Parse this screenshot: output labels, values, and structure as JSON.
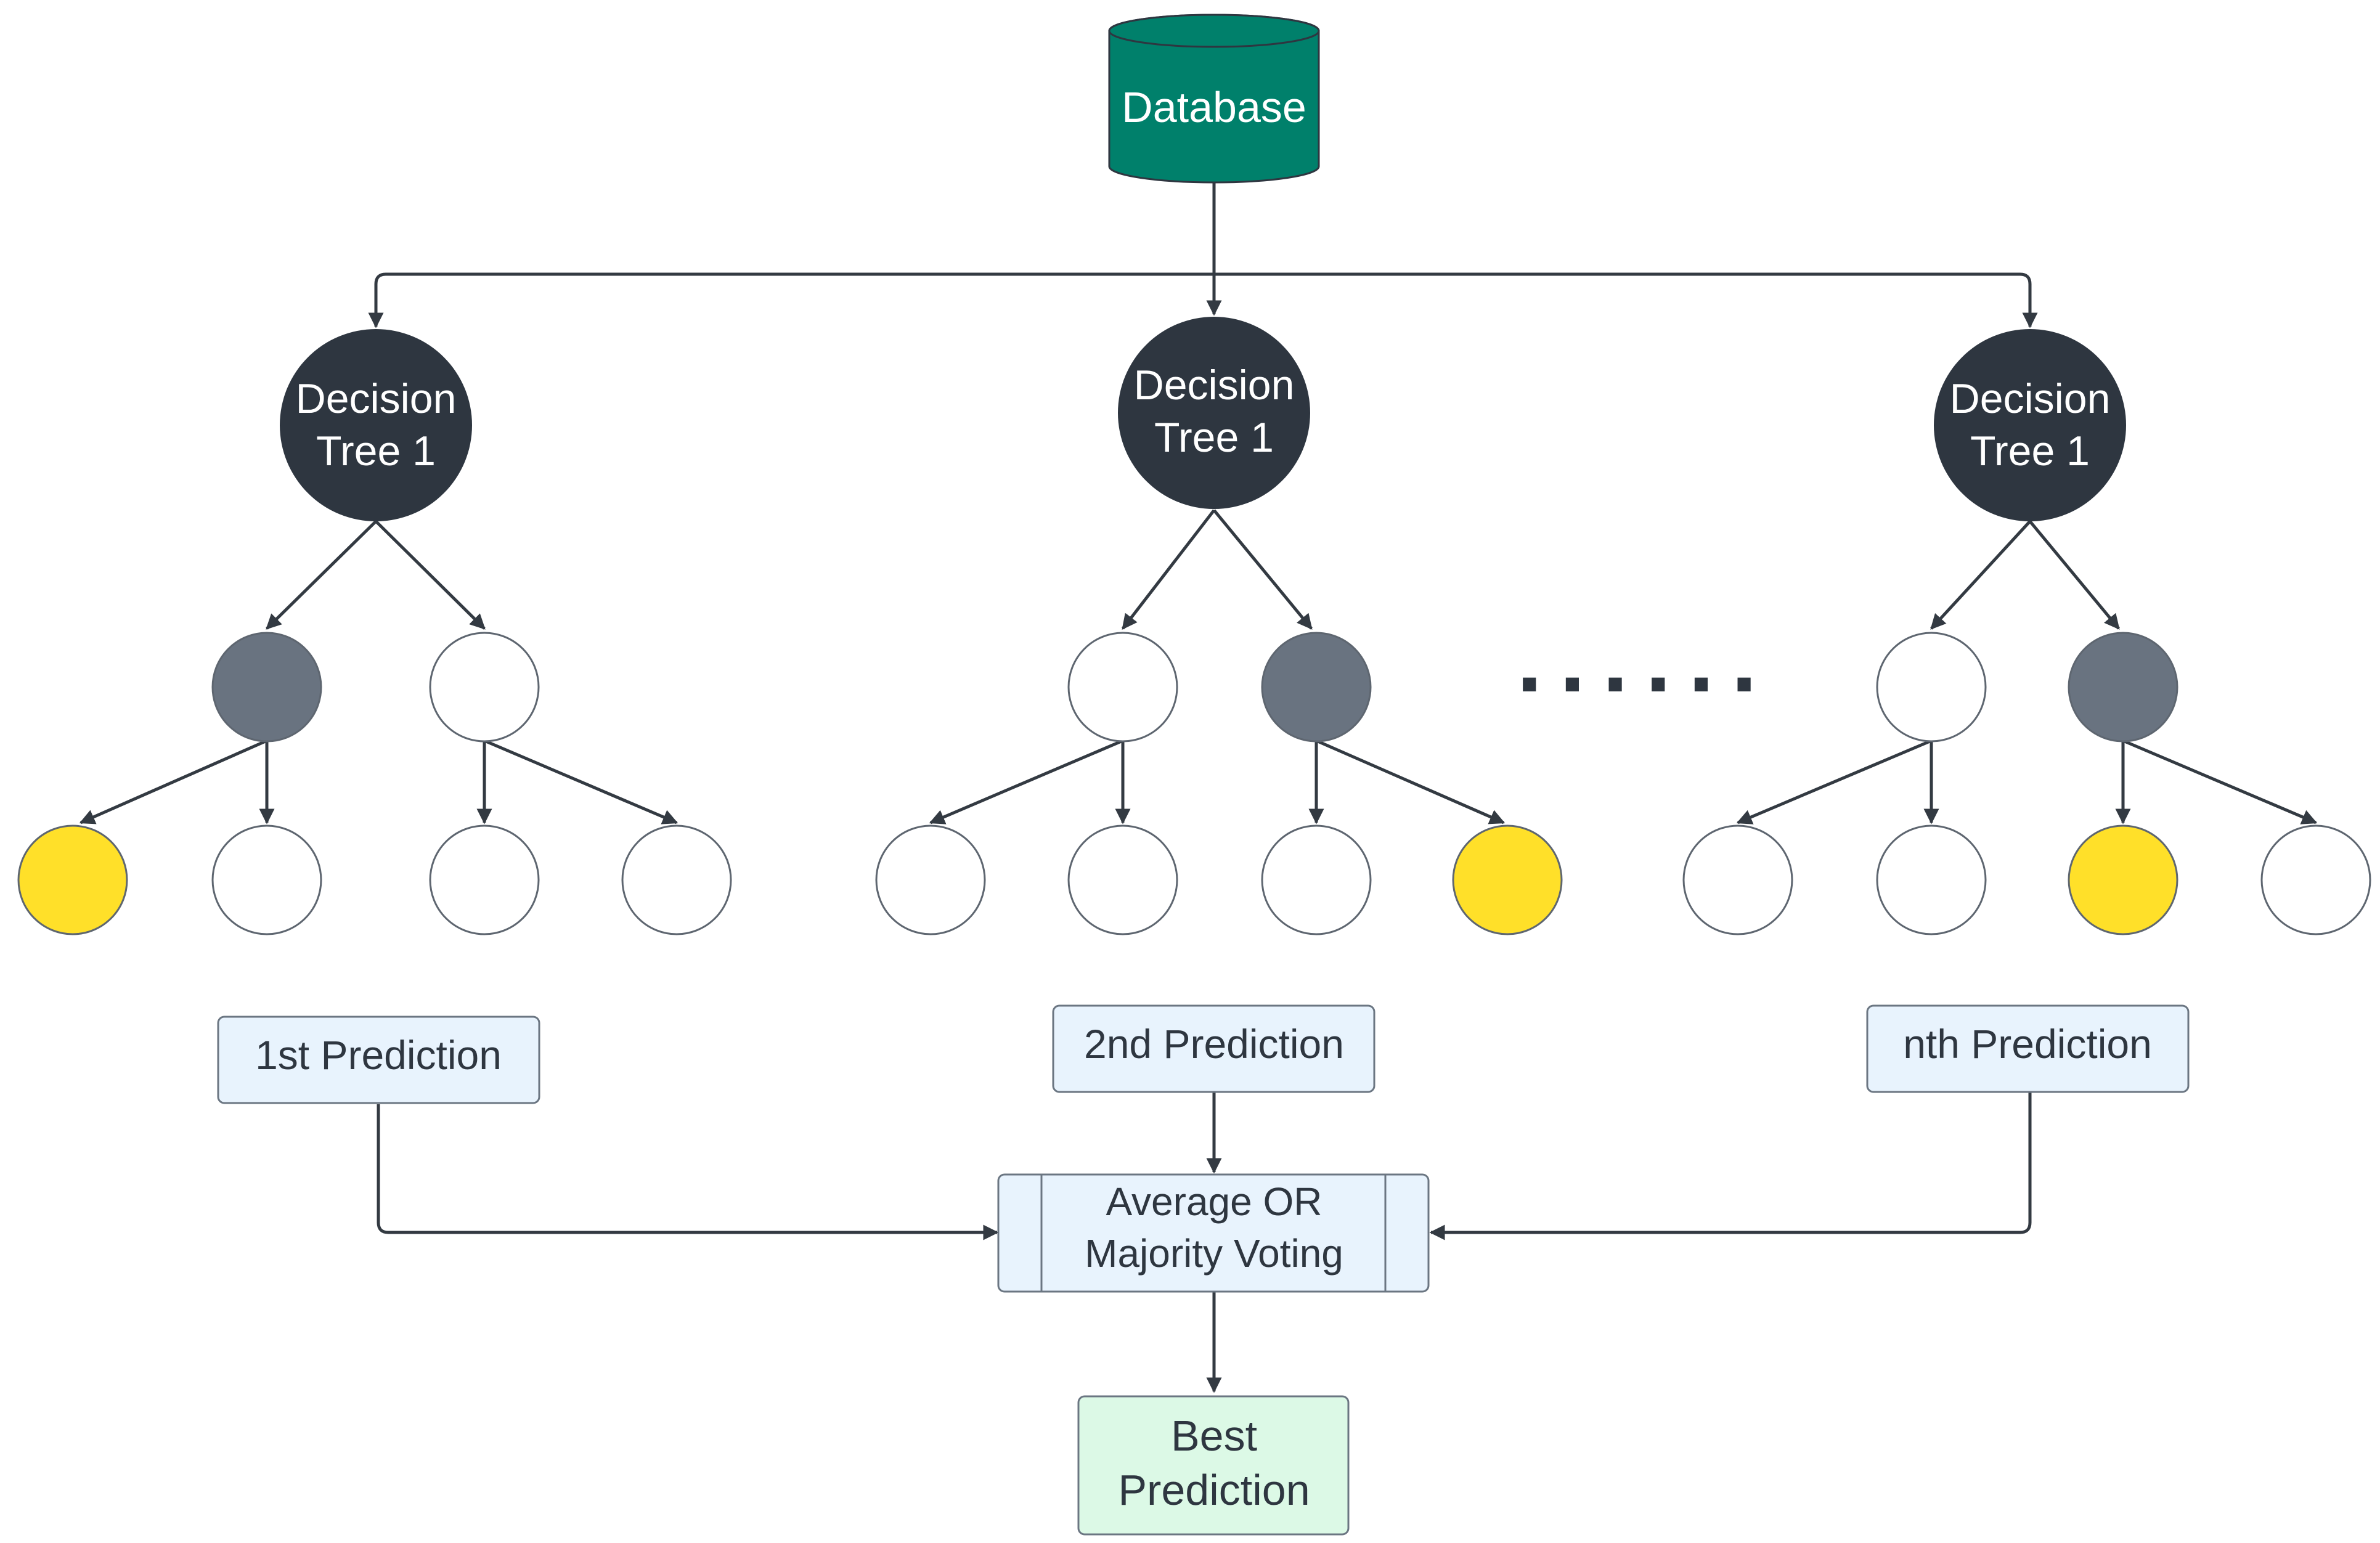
{
  "database": {
    "label": "Database"
  },
  "trees": [
    {
      "label_line1": "Decision",
      "label_line2": "Tree 1",
      "children": [
        {
          "fill": "gray",
          "leaves": [
            "yellow",
            "white"
          ]
        },
        {
          "fill": "white",
          "leaves": [
            "white",
            "white"
          ]
        }
      ]
    },
    {
      "label_line1": "Decision",
      "label_line2": "Tree 1",
      "children": [
        {
          "fill": "white",
          "leaves": [
            "white",
            "white"
          ]
        },
        {
          "fill": "gray",
          "leaves": [
            "white",
            "yellow"
          ]
        }
      ]
    },
    {
      "label_line1": "Decision",
      "label_line2": "Tree 1",
      "children": [
        {
          "fill": "white",
          "leaves": [
            "white",
            "white"
          ]
        },
        {
          "fill": "gray",
          "leaves": [
            "yellow",
            "white"
          ]
        }
      ]
    }
  ],
  "ellipsis": "......",
  "predictions": [
    {
      "label": "1st Prediction"
    },
    {
      "label": "2nd Prediction"
    },
    {
      "label": "nth Prediction"
    }
  ],
  "aggregator": {
    "line1": "Average OR",
    "line2": "Majority Voting"
  },
  "result": {
    "line1": "Best",
    "line2": "Prediction"
  },
  "colors": {
    "database": "#00806b",
    "tree_root": "#2e3640",
    "gray_node": "#697380",
    "yellow_node": "#ffe029",
    "white_node": "#ffffff",
    "node_stroke": "#5e6670",
    "line": "#333a42",
    "prediction_fill": "#e8f3fd",
    "prediction_stroke": "#6b7682",
    "result_fill": "#dcf9e6",
    "result_stroke": "#6b7682",
    "text_dark": "#2e3640",
    "text_light": "#ffffff"
  }
}
